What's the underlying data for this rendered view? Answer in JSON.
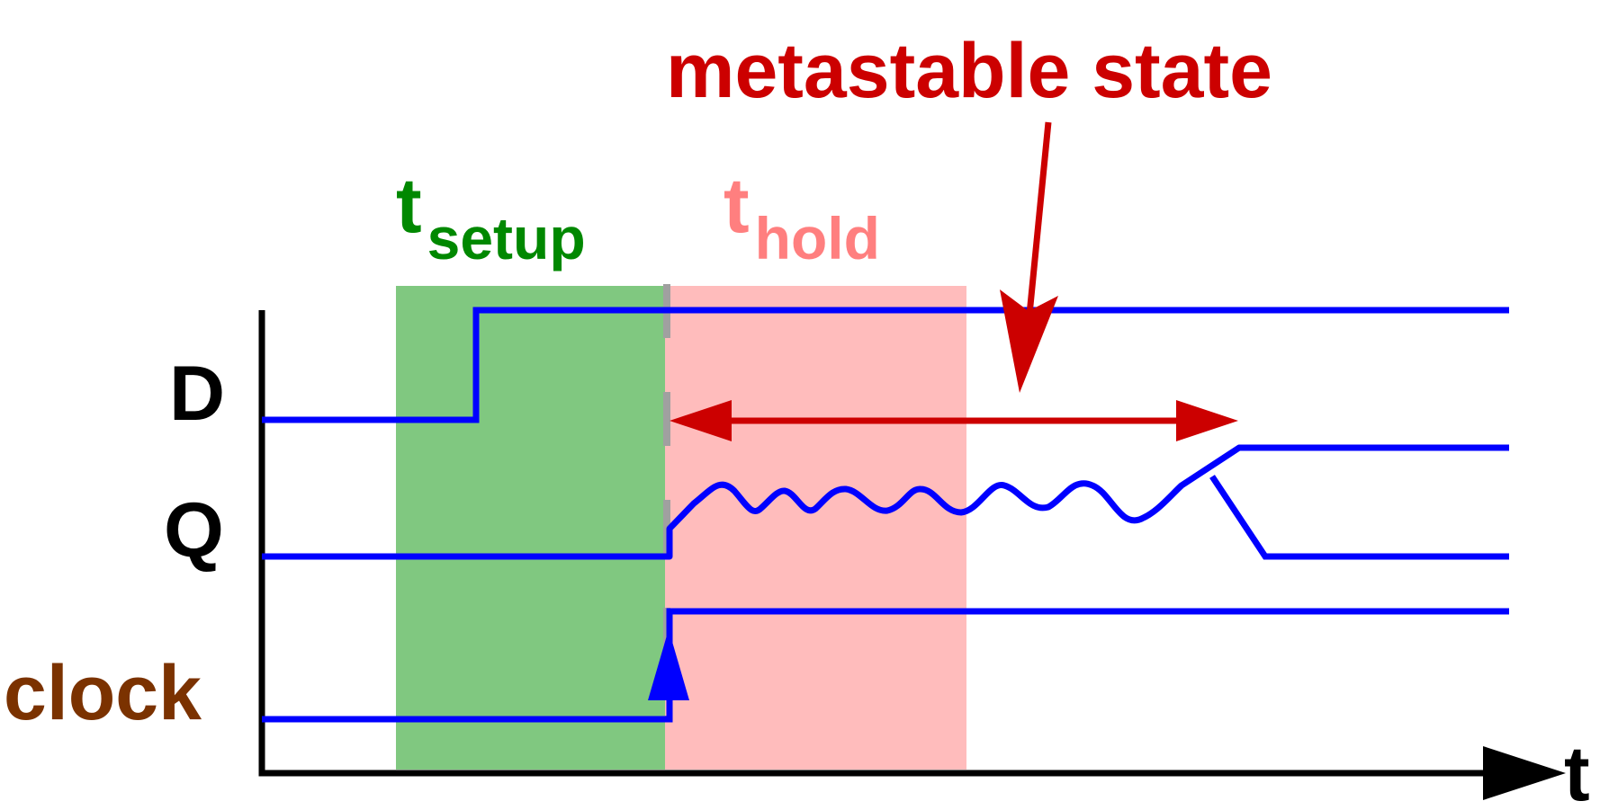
{
  "title": "metastable state",
  "setup_label": {
    "main": "t",
    "sub": "setup"
  },
  "hold_label": {
    "main": "t",
    "sub": "hold"
  },
  "signals": {
    "d": "D",
    "q": "Q",
    "clock": "clock"
  },
  "axis_label": "t",
  "colors": {
    "signal": "#0000ff",
    "setup_region": "#80c880",
    "hold_region": "#ffbcbc",
    "setup_text": "#008800",
    "hold_text": "#ff7f7f",
    "title_text": "#cc0000",
    "clock_text": "#7b3200",
    "axis": "#000000",
    "arrow": "#cc0000"
  }
}
